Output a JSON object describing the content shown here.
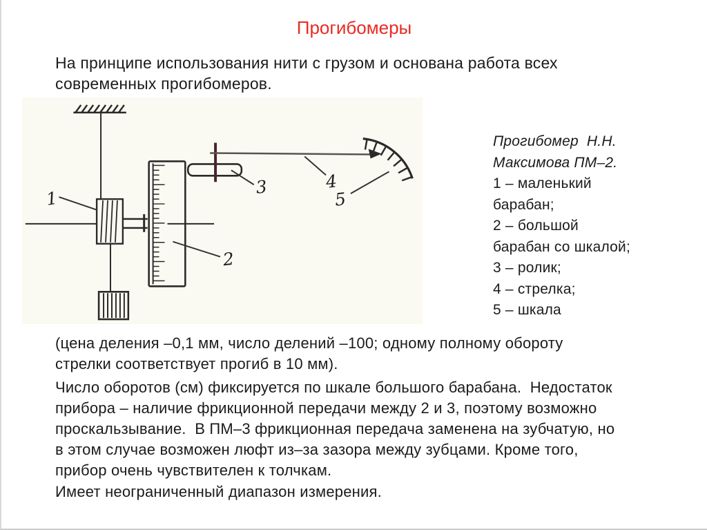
{
  "slide": {
    "title": "Прогибомеры",
    "intro_lines": [
      "На принципе использования нити с грузом и основана работа всех",
      "современных прогибомеров."
    ],
    "figure": {
      "description": "schematic-of-deflectometer",
      "labels": {
        "part1": "1",
        "part2": "2",
        "part3": "3",
        "part4": "4",
        "part5": "5"
      },
      "caption": {
        "title_lines": [
          "Прогибомер  Н.Н.",
          "Максимова ПМ–2."
        ],
        "item_lines": [
          "1 – маленький",
          "барабан;",
          "2 – большой",
          "барабан со шкалой;",
          "3 – ролик;",
          "4 – стрелка;",
          "5 – шкала"
        ]
      }
    },
    "note_lines": [
      "(цена деления –0,1 мм, число делений –100; одному полному обороту",
      "стрелки соответствует прогиб в 10 мм)."
    ],
    "body_lines": [
      "Число оборотов (см) фиксируется по шкале большого барабана.  Недостаток",
      "прибора – наличие фрикционной передачи между 2 и 3, поэтому возможно",
      "проскальзывание.  В ПМ–3 фрикционная передача заменена на зубчатую, но",
      "в этом случае возможен люфт из–за зазора между зубцами. Кроме того,",
      "прибор очень чувствителен к толчкам."
    ],
    "footer_line": "Имеет неограниченный диапазон измерения.",
    "colors": {
      "title_red": "#ea2a22",
      "figure_background": "#fbfaf2",
      "ink": "#2a2a2a",
      "pointer_gray": "#555555",
      "roller_pin_maroon": "#4a2430"
    }
  }
}
